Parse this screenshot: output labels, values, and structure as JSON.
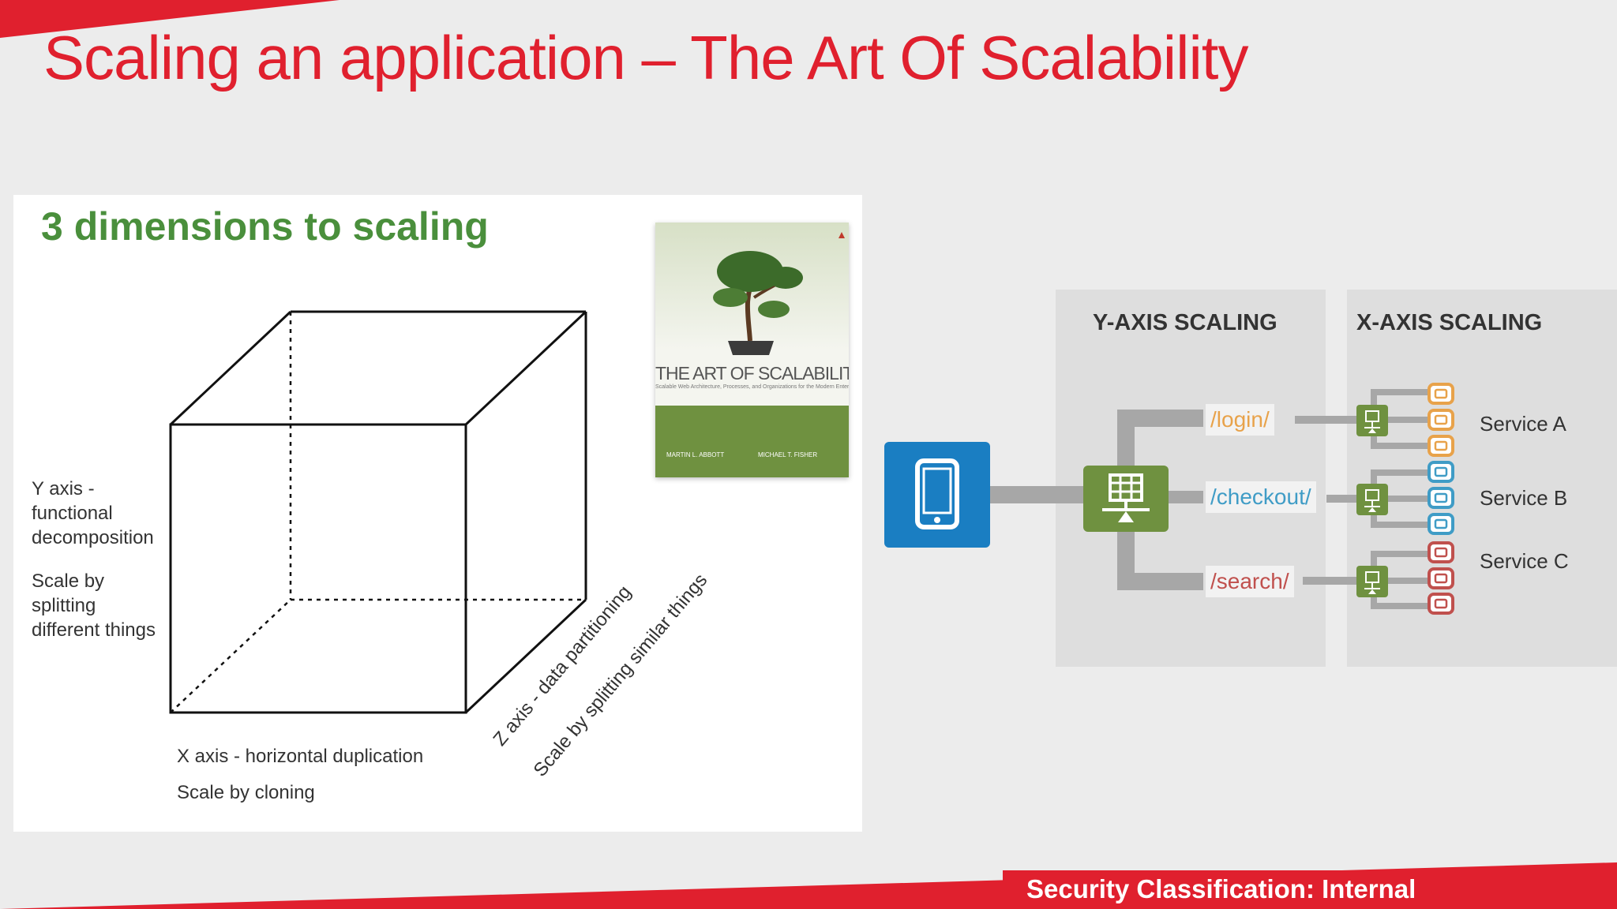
{
  "slide": {
    "title": "Scaling an application – The Art Of Scalability",
    "footer": "Security Classification: Internal",
    "accent_color": "#e0202e"
  },
  "left_figure": {
    "heading": "3 dimensions to scaling",
    "y_axis_lines": [
      "Y axis -",
      "functional",
      "decomposition"
    ],
    "y_axis_scale_lines": [
      "Scale by",
      "splitting",
      "different things"
    ],
    "x_axis_label": "X axis - horizontal duplication",
    "x_axis_scale": "Scale by cloning",
    "z_axis_label": "Z axis - data partitioning",
    "z_axis_scale": "Scale by splitting similar things",
    "heading_color": "#4a8f3c"
  },
  "book": {
    "title": "THE ART OF SCALABILITY",
    "subtitle": "Scalable Web Architecture, Processes, and Organizations for the Modern Enterprise",
    "author_1": "MARTIN L. ABBOTT",
    "author_2": "MICHAEL T. FISHER"
  },
  "right_diagram": {
    "y_heading": "Y-AXIS SCALING",
    "x_heading": "X-AXIS SCALING",
    "routes": [
      {
        "path": "/login/",
        "color": "#e8a24a"
      },
      {
        "path": "/checkout/",
        "color": "#3f9cc6"
      },
      {
        "path": "/search/",
        "color": "#c0504d"
      }
    ],
    "services": [
      "Service A",
      "Service B",
      "Service C"
    ],
    "icons": {
      "client": "mobile-phone-icon",
      "router": "load-balancer-icon",
      "instance": "server-instance-icon"
    },
    "phone_color": "#1a7ec2",
    "router_color": "#6f9140"
  }
}
